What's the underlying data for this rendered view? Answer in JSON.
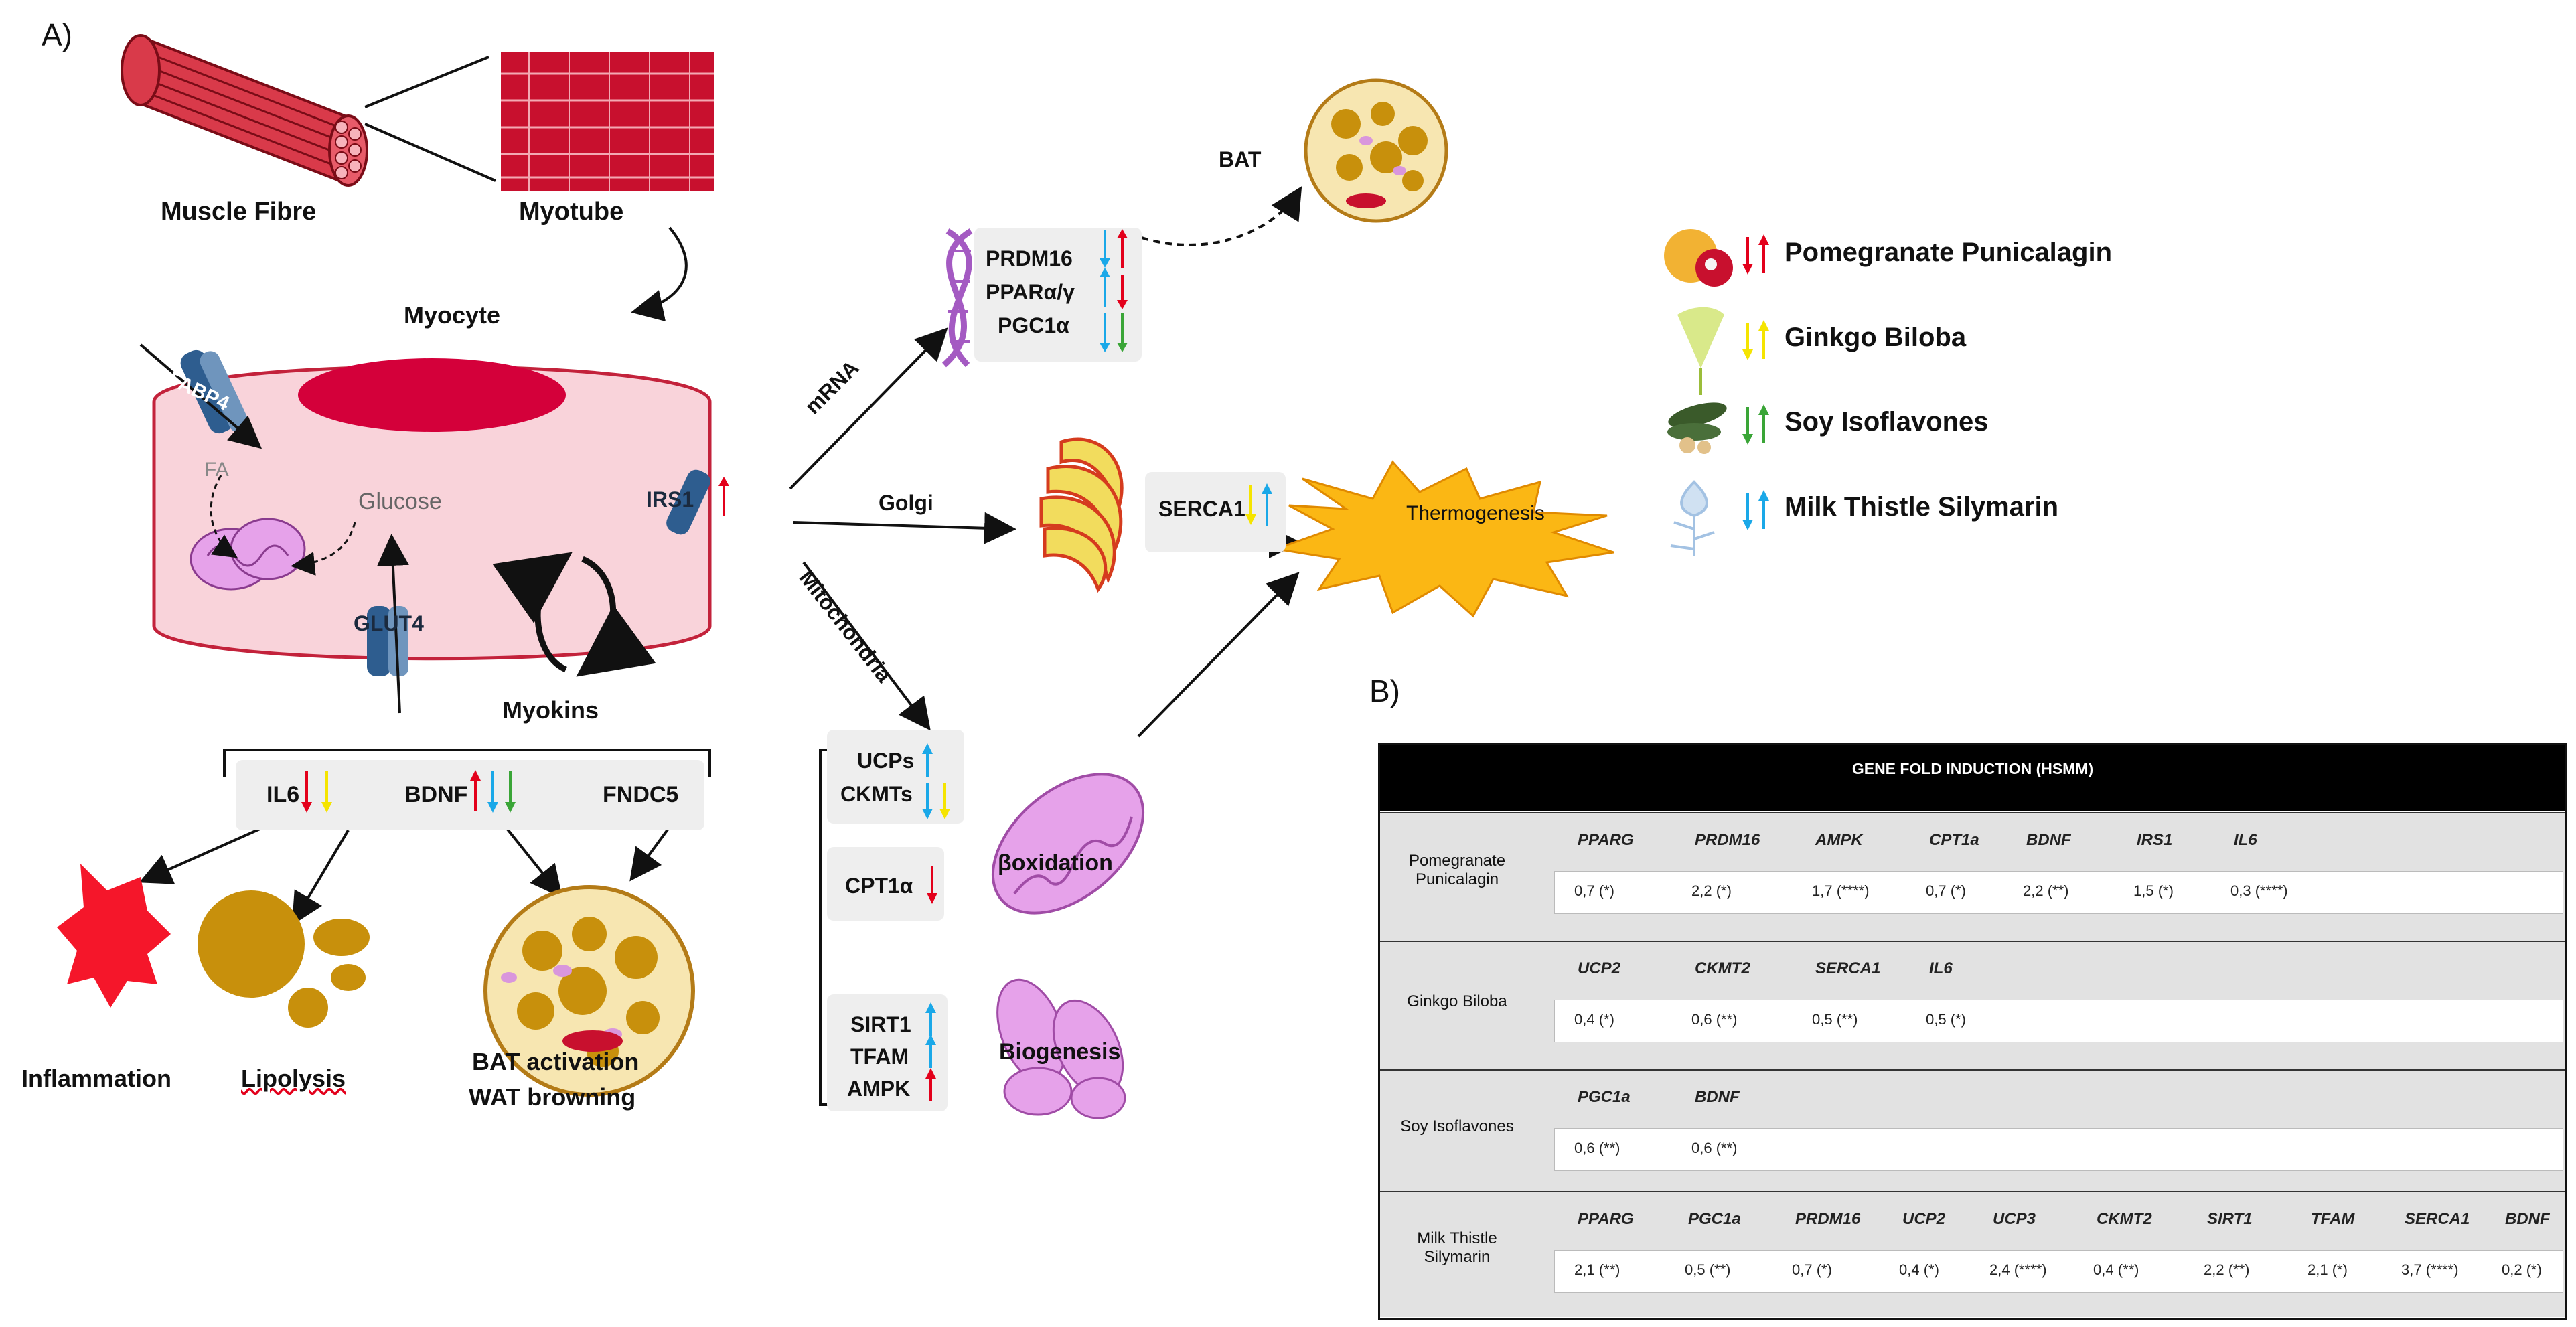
{
  "panel_a": {
    "label": "A)",
    "muscle_fibre": "Muscle Fibre",
    "myotube": "Myotube",
    "myocyte": "Myocyte",
    "fabp4": "FABP4",
    "fa": "FA",
    "glucose": "Glucose",
    "glut4": "GLUT4",
    "irs1": "IRS1",
    "myokins": "Myokins",
    "myokines": {
      "il6": "IL6",
      "bdnf": "BDNF",
      "fndc5": "FNDC5"
    },
    "outcomes": {
      "inflammation": "Inflammation",
      "lipolysis": "Lipolysis",
      "bat_activation": "BAT activation",
      "wat_browning": "WAT browning"
    },
    "pathways": {
      "mrna": "mRNA",
      "golgi": "Golgi",
      "mitochondria": "Mitochondria"
    },
    "mrna_genes": [
      "PRDM16",
      "PPARα/γ",
      "PGC1α"
    ],
    "bat": "BAT",
    "serca1": "SERCA1",
    "thermogenesis": "Thermogenesis",
    "mito_genes": {
      "ucps": "UCPs",
      "ckmts": "CKMTs",
      "cpt1a": "CPT1α",
      "sirt1": "SIRT1",
      "tfam": "TFAM",
      "ampk": "AMPK"
    },
    "boxidation": "βoxidation",
    "biogenesis": "Biogenesis",
    "legend": [
      "Pomegranate Punicalagin",
      "Ginkgo Biloba",
      "Soy Isoflavones",
      "Milk Thistle Silymarin"
    ]
  },
  "colors": {
    "pomegranate": "#e3001b",
    "ginkgo": "#f5e400",
    "soy": "#3aa537",
    "milk_thistle": "#1aa8e8",
    "muscle": "#d93a4a",
    "cell": "#f9d3da",
    "nucleus": "#d4003a",
    "thermogenesis": "#fbb714"
  },
  "panel_b": {
    "label": "B)",
    "title": "GENE FOLD INDUCTION (HSMM)",
    "rows": [
      {
        "extract": [
          "Pomegranate",
          "Punicalagin"
        ],
        "genes": [
          "PPARG",
          "PRDM16",
          "AMPK",
          "CPT1a",
          "BDNF",
          "IRS1",
          "IL6"
        ],
        "values": [
          "0,7 (*)",
          "2,2 (*)",
          "1,7 (****)",
          "0,7 (*)",
          "2,2 (**)",
          "1,5 (*)",
          "0,3 (****)"
        ]
      },
      {
        "extract": [
          "Ginkgo Biloba"
        ],
        "genes": [
          "UCP2",
          "CKMT2",
          "SERCA1",
          "IL6"
        ],
        "values": [
          "0,4 (*)",
          "0,6 (**)",
          "0,5 (**)",
          "0,5 (*)"
        ]
      },
      {
        "extract": [
          "Soy Isoflavones"
        ],
        "genes": [
          "PGC1a",
          "BDNF"
        ],
        "values": [
          "0,6 (**)",
          "0,6 (**)"
        ]
      },
      {
        "extract": [
          "Milk Thistle",
          "Silymarin"
        ],
        "genes": [
          "PPARG",
          "PGC1a",
          "PRDM16",
          "UCP2",
          "UCP3",
          "CKMT2",
          "SIRT1",
          "TFAM",
          "SERCA1",
          "BDNF"
        ],
        "values": [
          "2,1 (**)",
          "0,5 (**)",
          "0,7 (*)",
          "0,4 (*)",
          "2,4 (****)",
          "0,4 (**)",
          "2,2 (**)",
          "2,1 (*)",
          "3,7 (****)",
          "0,2 (*)"
        ]
      }
    ]
  }
}
